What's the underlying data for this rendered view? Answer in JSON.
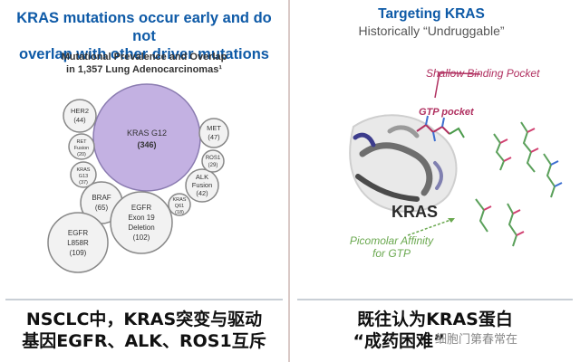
{
  "left": {
    "title_line1": "KRAS mutations occur early and do not",
    "title_line2": "overlap with other driver mutations",
    "subtitle_line1": "Mutational Prevalence and Overlap",
    "subtitle_line2": "in 1,357 Lung Adenocarcinomas¹",
    "circles": [
      {
        "name": "KRAS G12",
        "count": "(346)",
        "color": "#c3b1e2"
      },
      {
        "name": "HER2",
        "count": "(44)"
      },
      {
        "name": "RET Fusion",
        "count": "(20)"
      },
      {
        "name": "KRAS G13",
        "count": "(37)"
      },
      {
        "name": "BRAF",
        "count": "(65)"
      },
      {
        "name": "EGFR L858R",
        "count": "(109)"
      },
      {
        "name": "EGFR Exon 19 Deletion",
        "count": "(102)"
      },
      {
        "name": "KRAS Q61",
        "count": "(18)"
      },
      {
        "name": "ALK Fusion",
        "count": "(42)"
      },
      {
        "name": "ROS1",
        "count": "(29)"
      },
      {
        "name": "MET",
        "count": "(47)"
      }
    ],
    "caption_line1": "NSCLC中，KRAS突变与驱动",
    "caption_line2": "基因EGFR、ALK、ROS1互斥"
  },
  "right": {
    "title": "Targeting KRAS",
    "subtitle": "Historically “Undruggable”",
    "label_pocket": "Shallow Binding Pocket",
    "label_gtp": "GTP pocket",
    "label_kras": "KRAS",
    "label_affinity_line1": "Picomolar Affinity",
    "label_affinity_line2": "for GTP",
    "caption_line1": "既往认为KRAS蛋白",
    "caption_line2": "“成药困难”"
  },
  "watermark": "细胞门第春常在",
  "colors": {
    "title_blue": "#0e5aa7",
    "kras_purple": "#c3b1e2",
    "pocket_label": "#b03060",
    "affinity_label": "#6aa84f"
  }
}
